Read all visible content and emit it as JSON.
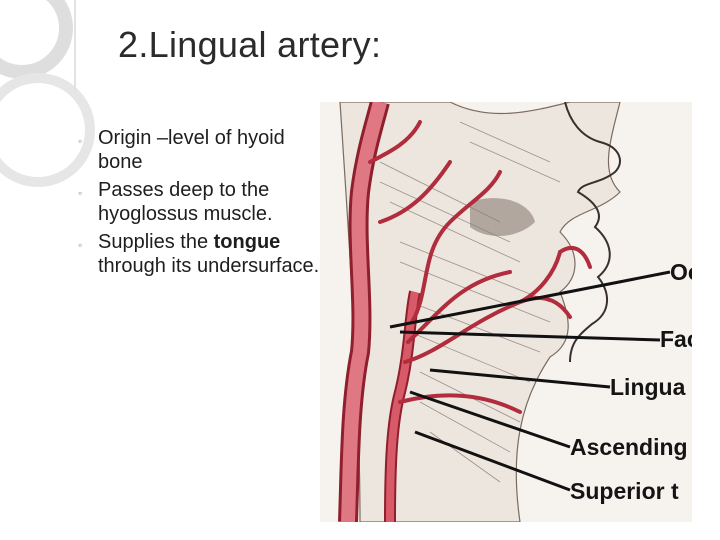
{
  "slide": {
    "title": "2.Lingual artery:",
    "bullets": [
      {
        "prefix": "Origin –level of hyoid bone",
        "bold": "",
        "suffix": ""
      },
      {
        "prefix": "Passes deep to the hyoglossus muscle.",
        "bold": "",
        "suffix": ""
      },
      {
        "prefix": "Supplies the ",
        "bold": "tongue",
        "suffix": " through its undersurface."
      }
    ]
  },
  "figure": {
    "labels": [
      "Oc",
      "Fac",
      "Lingua",
      "Ascending",
      "Superior t"
    ]
  },
  "colors": {
    "artery": "#c8414f",
    "artery_dark": "#8f1f2c",
    "title": "#2b2b2b",
    "bullet_mark": "#7a8aa0"
  }
}
